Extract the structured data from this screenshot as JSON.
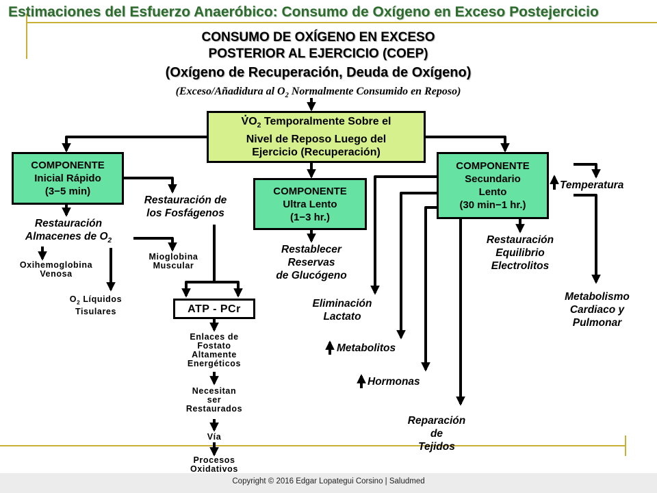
{
  "slide": {
    "title": "Estimaciones del Esfuerzo Anaeróbico: Consumo de Oxígeno en Exceso Postejercicio"
  },
  "heading": {
    "line1": "CONSUMO DE OXÍGENO EN EXCESO",
    "line2": "POSTERIOR AL EJERCICIO (COEP)",
    "line3": "(Oxígeno de Recuperación, Deuda de Oxígeno)",
    "sub_pre": "(Exceso/Añadidura al O",
    "sub_num": "2",
    "sub_post": " Normalmente Consumido en Reposo)"
  },
  "top_box": {
    "l1_pre": "VO",
    "l1_sub": "2",
    "l1_post": " Temporalmente Sobre el",
    "l2": "Nivel de Reposo Luego del",
    "l3": "Ejercicio (Recuperación)"
  },
  "fast": {
    "l1": "COMPONENTE",
    "l2": "Inicial Rápido",
    "l3": "(3−5 min)"
  },
  "ultra": {
    "l1": "COMPONENTE",
    "l2": "Ultra Lento",
    "l3": "(1−3 hr.)"
  },
  "slow": {
    "l1": "COMPONENTE",
    "l2": "Secundario",
    "l3": "Lento",
    "l4": "(30 min−1 hr.)"
  },
  "fast_children": {
    "rest_alm_l1": "Restauración",
    "rest_alm_l2_pre": "Almacenes de O",
    "rest_alm_l2_sub": "2",
    "oxihemo_l1": "Oxihemoglobina",
    "oxihemo_l2": "Venosa",
    "o2liq_l1_pre": "O",
    "o2liq_l1_sub": "2",
    "o2liq_l1_post": " Líquidos",
    "o2liq_l2": "Tisulares",
    "mioglo_l1": "Mioglobina",
    "mioglo_l2": "Muscular",
    "fosf_l1": "Restauración de",
    "fosf_l2": "los Fosfágenos"
  },
  "atp": {
    "box": "ATP - PCr",
    "enlaces": [
      "Enlaces de",
      "Fostato",
      "Altamente",
      "Energéticos"
    ],
    "necesitan": [
      "Necesitan",
      "ser",
      "Restaurados"
    ],
    "via": "Vía",
    "procesos": [
      "Procesos",
      "Oxidativos"
    ]
  },
  "ultra_children": {
    "l1": "Restablecer",
    "l2": "Reservas",
    "l3": "de Glucógeno"
  },
  "slow_children": {
    "temperatura": "Temperatura",
    "equilibrio": [
      "Restauración",
      "Equilibrio",
      "Electrolitos"
    ],
    "metabolismo": [
      "Metabolismo",
      "Cardiaco y",
      "Pulmonar"
    ],
    "lactato": [
      "Eliminación",
      "Lactato"
    ],
    "metabolitos": "Metabolitos",
    "hormonas": "Hormonas",
    "reparacion": [
      "Reparación",
      "de",
      "Tejidos"
    ]
  },
  "footer": {
    "text": "Copyright © 2016 Edgar Lopategui Corsino | Saludmed"
  },
  "colors": {
    "green_box": "#66e3a3",
    "yellow_box": "#d6f08e",
    "title_green": "#2e6b2e",
    "accent_rule": "#c8b037"
  }
}
